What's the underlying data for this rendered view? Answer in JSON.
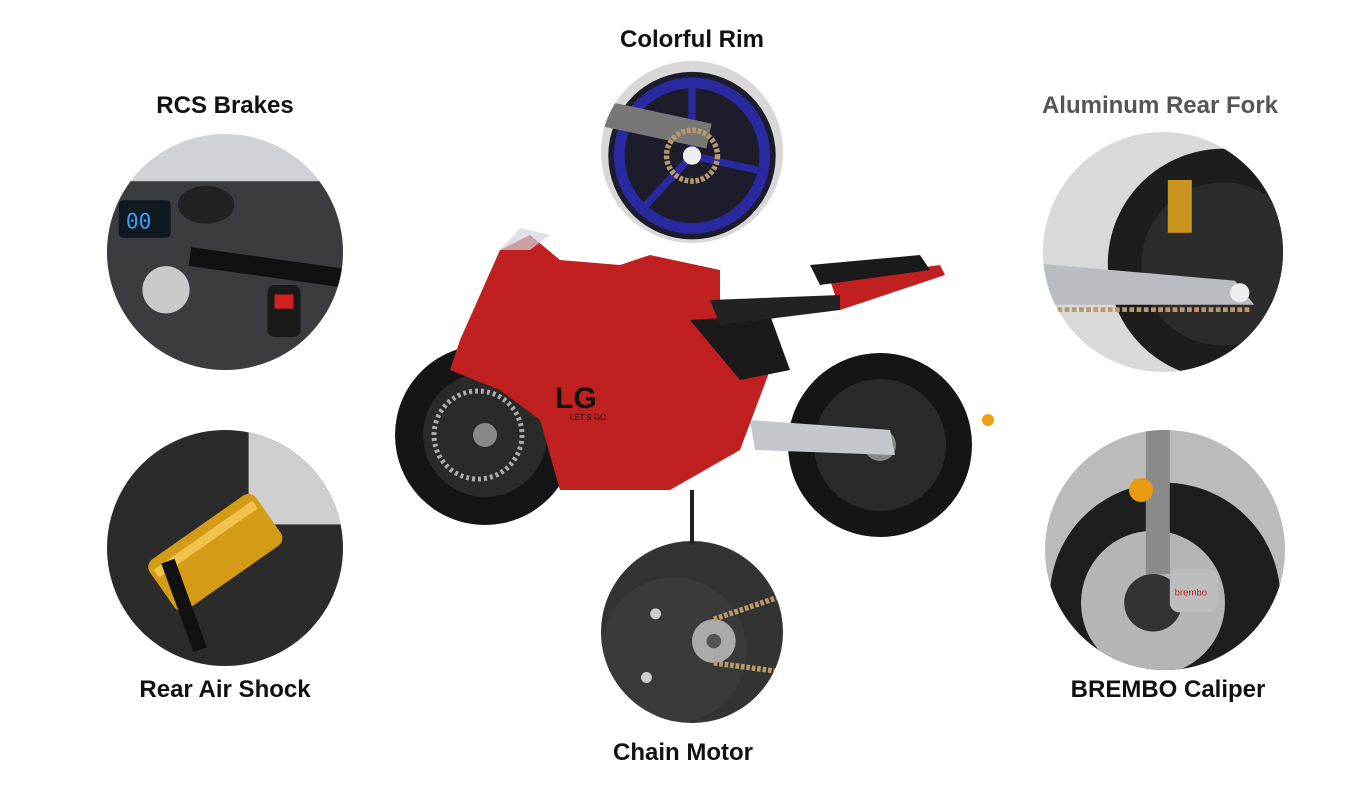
{
  "features": [
    {
      "id": "rim",
      "label": "Colorful Rim",
      "color": "#111111"
    },
    {
      "id": "brakes",
      "label": "RCS Brakes",
      "color": "#111111"
    },
    {
      "id": "fork",
      "label": "Aluminum Rear Fork",
      "color": "#555555"
    },
    {
      "id": "shock",
      "label": "Rear Air Shock",
      "color": "#111111"
    },
    {
      "id": "caliper",
      "label": "BREMBO Caliper",
      "color": "#111111"
    },
    {
      "id": "motor",
      "label": "Chain Motor",
      "color": "#111111"
    }
  ],
  "bike": {
    "logo": "LG",
    "logo_tagline": "LET'S GO",
    "body_color": "#c0201f"
  }
}
